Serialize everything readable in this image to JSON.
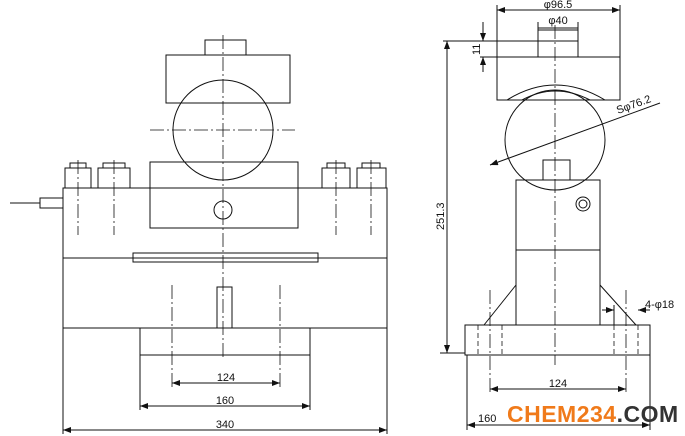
{
  "front_view": {
    "dims": {
      "inner_bolt_spacing": "124",
      "base_width": "160",
      "overall_length": "340"
    }
  },
  "side_view": {
    "dims": {
      "cap_diameter": "φ96.5",
      "stud_diameter": "φ40",
      "stud_height": "11",
      "ball_radius": "Sφ76.2",
      "overall_height": "251.3",
      "mounting_holes": "4-φ18",
      "hole_spacing": "124",
      "base_width": "160"
    }
  },
  "watermark": {
    "brand": "CHEM234",
    "suffix": ".COM"
  }
}
